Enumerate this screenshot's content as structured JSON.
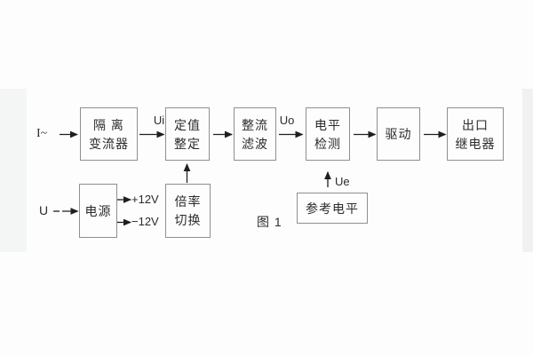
{
  "figure": {
    "caption": "图 1"
  },
  "inputs": {
    "current_label": "I~",
    "voltage_label": "U"
  },
  "signal_labels": {
    "ui": "Ui",
    "uo": "Uo",
    "ue": "Ue",
    "plus_rail": "+12V",
    "minus_rail": "−12V"
  },
  "blocks": {
    "isolation_transformer": {
      "line1": "隔 离",
      "line2": "变流器"
    },
    "setpoint_adjust": {
      "line1": "定值",
      "line2": "整定"
    },
    "rectify_filter": {
      "line1": "整流",
      "line2": "滤波"
    },
    "level_detector": {
      "line1": "电平",
      "line2": "检测"
    },
    "driver": {
      "line1": "驱动"
    },
    "output_relay": {
      "line1": "出口",
      "line2": "继电器"
    },
    "power_supply": {
      "line1": "电源"
    },
    "ratio_switch": {
      "line1": "倍率",
      "line2": "切换"
    },
    "reference_level": {
      "line1": "参考电平"
    }
  },
  "colors": {
    "background": "#fdfdfd",
    "box_border": "#8f8f8f",
    "text": "#2b2b2b",
    "arrow": "#1f1f1f"
  }
}
